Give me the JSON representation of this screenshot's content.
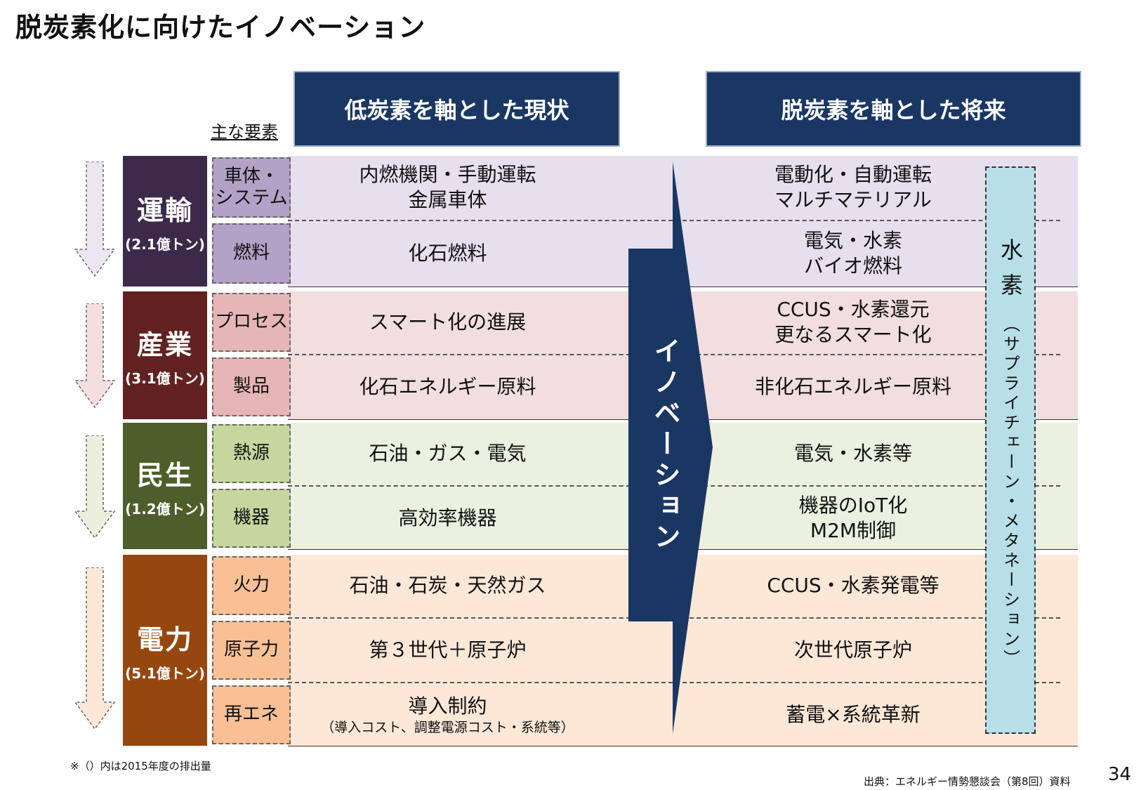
{
  "title": "脱炭素化に向けたイノベーション",
  "column_label": "主な要素",
  "header_current": "低炭素を軸とした現状",
  "header_future": "脱炭素を軸とした将来",
  "innovation_label": "イノベーション",
  "hydrogen": {
    "main": "水素",
    "sub": "（サプライチェーン・メタネーション）"
  },
  "sectors": [
    {
      "name": "運輸",
      "emission": "(2.1億トン)",
      "color": "#3d2a4a",
      "band": "#e6e0ee",
      "factor_bg": "#b3a1c7",
      "arrow": "#ece6f2",
      "rows": [
        {
          "factor": "車体・\nシステム",
          "current": [
            "内燃機関・手動運転",
            "金属車体"
          ],
          "future": [
            "電動化・自動運転",
            "マルチマテリアル"
          ]
        },
        {
          "factor": "燃料",
          "current": [
            "化石燃料"
          ],
          "future": [
            "電気・水素",
            "バイオ燃料"
          ]
        }
      ]
    },
    {
      "name": "産業",
      "emission": "(3.1億トン)",
      "color": "#622222",
      "band": "#f2dede",
      "factor_bg": "#e6b6b6",
      "arrow": "#f5dede",
      "rows": [
        {
          "factor": "プロセス",
          "current": [
            "スマート化の進展"
          ],
          "future": [
            "CCUS・水素還元",
            "更なるスマート化"
          ]
        },
        {
          "factor": "製品",
          "current": [
            "化石エネルギー原料"
          ],
          "future": [
            "非化石エネルギー原料"
          ]
        }
      ]
    },
    {
      "name": "民生",
      "emission": "(1.2億トン)",
      "color": "#4e5e2a",
      "band": "#ebf0e0",
      "factor_bg": "#c5d79e",
      "arrow": "#eaf0dd",
      "rows": [
        {
          "factor": "熱源",
          "current": [
            "石油・ガス・電気"
          ],
          "future": [
            "電気・水素等"
          ]
        },
        {
          "factor": "機器",
          "current": [
            "高効率機器"
          ],
          "future": [
            "機器のIoT化",
            "M2M制御"
          ]
        }
      ]
    },
    {
      "name": "電力",
      "emission": "(5.1億トン)",
      "color": "#96470f",
      "band": "#fde8d8",
      "factor_bg": "#f9c095",
      "arrow": "#fde8d8",
      "rows": [
        {
          "factor": "火力",
          "current": [
            "石油・石炭・天然ガス"
          ],
          "future": [
            "CCUS・水素発電等"
          ]
        },
        {
          "factor": "原子力",
          "current": [
            "第３世代＋原子炉"
          ],
          "future": [
            "次世代原子炉"
          ]
        },
        {
          "factor": "再エネ",
          "current": [
            "導入制約"
          ],
          "current_sub": "（導入コスト、調整電源コスト・系統等）",
          "future": [
            "蓄電×系統革新"
          ]
        }
      ]
    }
  ],
  "note": "※（）内は2015年度の排出量",
  "source": "出典：エネルギー情勢懇談会（第8回）資料",
  "page_number": "34"
}
